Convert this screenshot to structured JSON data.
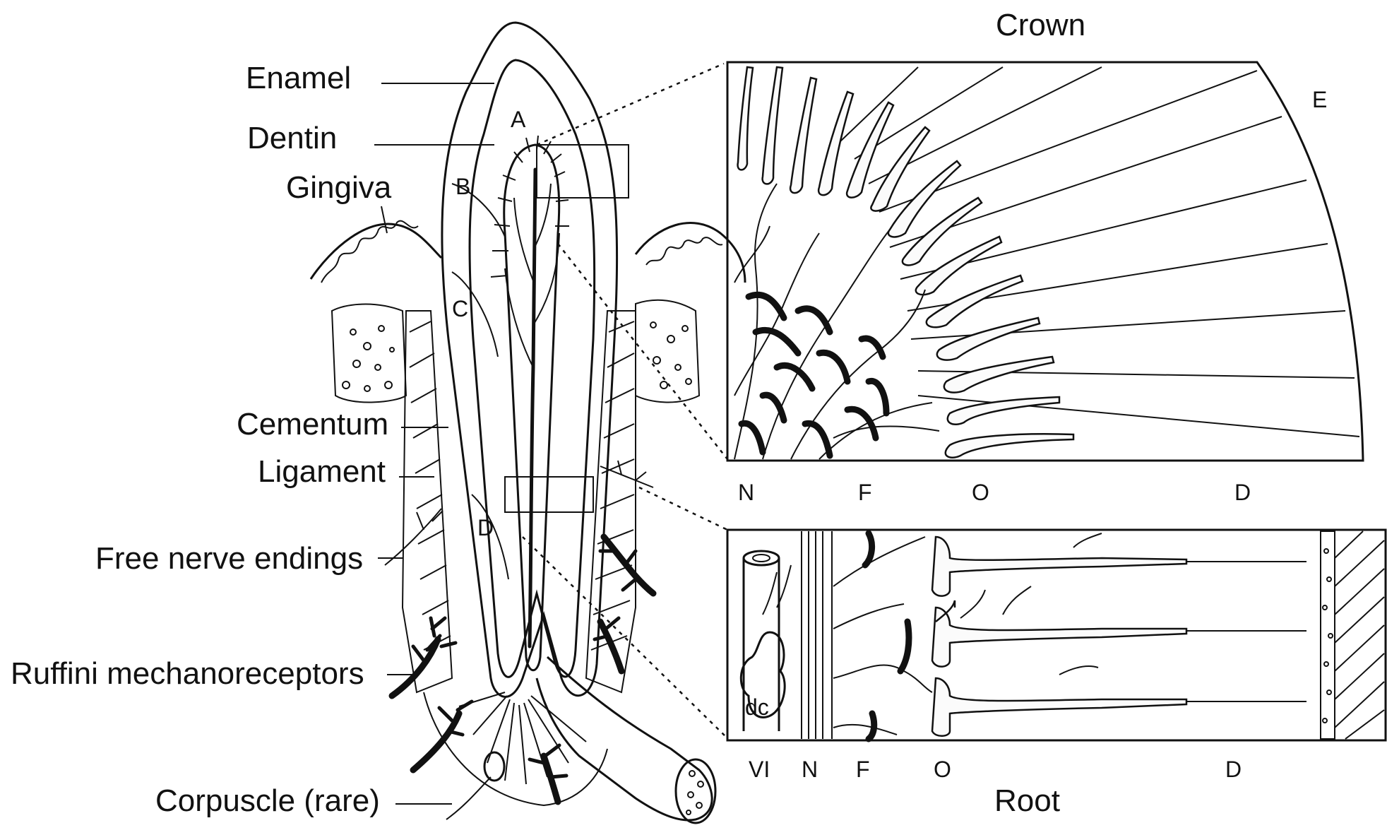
{
  "left_labels": {
    "enamel": "Enamel",
    "dentin": "Dentin",
    "gingiva": "Gingiva",
    "cementum": "Cementum",
    "ligament": "Ligament",
    "free_nerve_endings": "Free nerve endings",
    "ruffini": "Ruffini mechanoreceptors",
    "corpuscle": "Corpuscle (rare)"
  },
  "tooth_letters": {
    "a": "A",
    "b": "B",
    "c": "C",
    "d": "D"
  },
  "crown_panel": {
    "title": "Crown",
    "corner_letter": "E",
    "bottom_letters": {
      "n": "N",
      "f": "F",
      "o": "O",
      "d": "D"
    }
  },
  "root_panel": {
    "title": "Root",
    "inner_label": "dc",
    "bottom_letters": {
      "vi": "VI",
      "n": "N",
      "f": "F",
      "o": "O",
      "d": "D"
    }
  }
}
